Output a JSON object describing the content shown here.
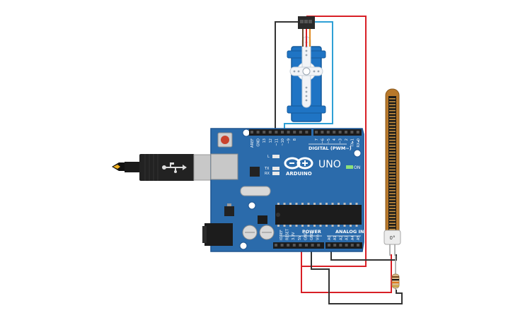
{
  "board": {
    "model": "UNO",
    "logo_text": "ARDUINO",
    "on_label": "ON",
    "tx_label": "TX",
    "rx_label": "RX",
    "l_label": "L",
    "digital_label": "DIGITAL (PWM~)",
    "power_label": "POWER",
    "analog_label": "ANALOG IN",
    "digital_pins": [
      "AREF",
      "GND",
      "13",
      "12",
      "~11",
      "~10",
      "~9",
      "8",
      "7",
      "~6",
      "~5",
      "4",
      "~3",
      "2",
      "TX▸1",
      "RX◂0"
    ],
    "power_pins": [
      "IOREF",
      "RESET",
      "3.3V",
      "5V",
      "GND",
      "GND",
      "Vin"
    ],
    "analog_pins": [
      "A0",
      "A1",
      "A2",
      "A3",
      "A4",
      "A5"
    ]
  },
  "flex_sensor": {
    "reading": "0°"
  },
  "colors": {
    "board": "#2b6bab",
    "board_edge": "#1f5590",
    "wire_red": "#d81f26",
    "wire_black": "#333333",
    "wire_blue": "#2ea0d6",
    "servo_body": "#1f74c4",
    "flex_strip": "#b8782a"
  }
}
